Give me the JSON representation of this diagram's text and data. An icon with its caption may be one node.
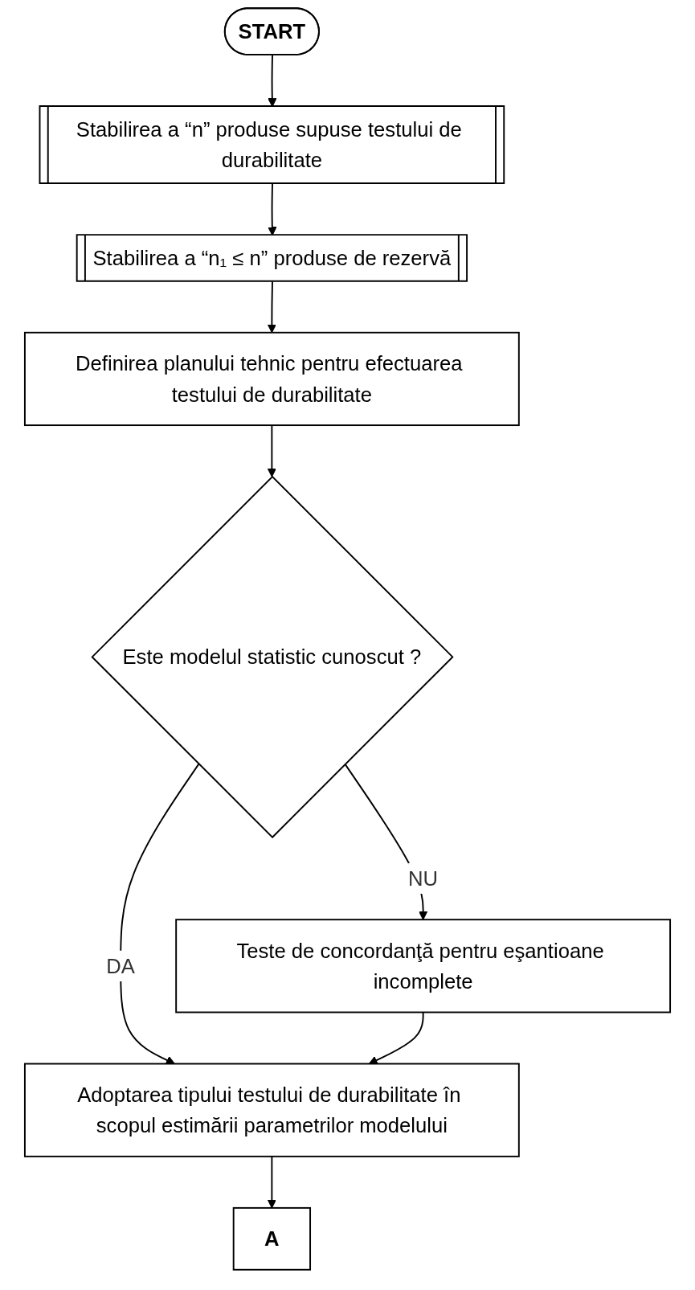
{
  "diagram": {
    "nodes": [
      {
        "text": [
          "START"
        ]
      },
      {
        "text": [
          "Stabilirea a “n” produse supuse testului de durabilitate"
        ]
      },
      {
        "text": [
          "Stabilirea a “n₁ ≤ n” produse de rezervă"
        ]
      },
      {
        "text": [
          "Definirea planului tehnic pentru efectuarea testului de durabilitate"
        ]
      },
      {
        "text": [
          "Este modelul statistic cunoscut ?"
        ]
      },
      {
        "text": [
          "Teste de concordanţă pentru eşantioane incomplete"
        ]
      },
      {
        "text": [
          "Adoptarea tipului testului de durabilitate în scopul estimării parametrilor modelului"
        ]
      },
      {
        "text": [
          "A"
        ]
      }
    ],
    "edges": [
      {
        "from": 0,
        "to": 1,
        "arrow": "to"
      },
      {
        "from": 1,
        "to": 2,
        "arrow": "to"
      },
      {
        "from": 2,
        "to": 3,
        "arrow": "to"
      },
      {
        "from": 3,
        "to": 4,
        "arrow": "to"
      },
      {
        "from": 4,
        "to": 5,
        "arrow": "to",
        "label": "NU"
      },
      {
        "from": 4,
        "to": 6,
        "arrow": "to",
        "label": "DA"
      },
      {
        "from": 5,
        "to": 6,
        "arrow": "to"
      },
      {
        "from": 6,
        "to": 7,
        "arrow": "to"
      }
    ]
  }
}
